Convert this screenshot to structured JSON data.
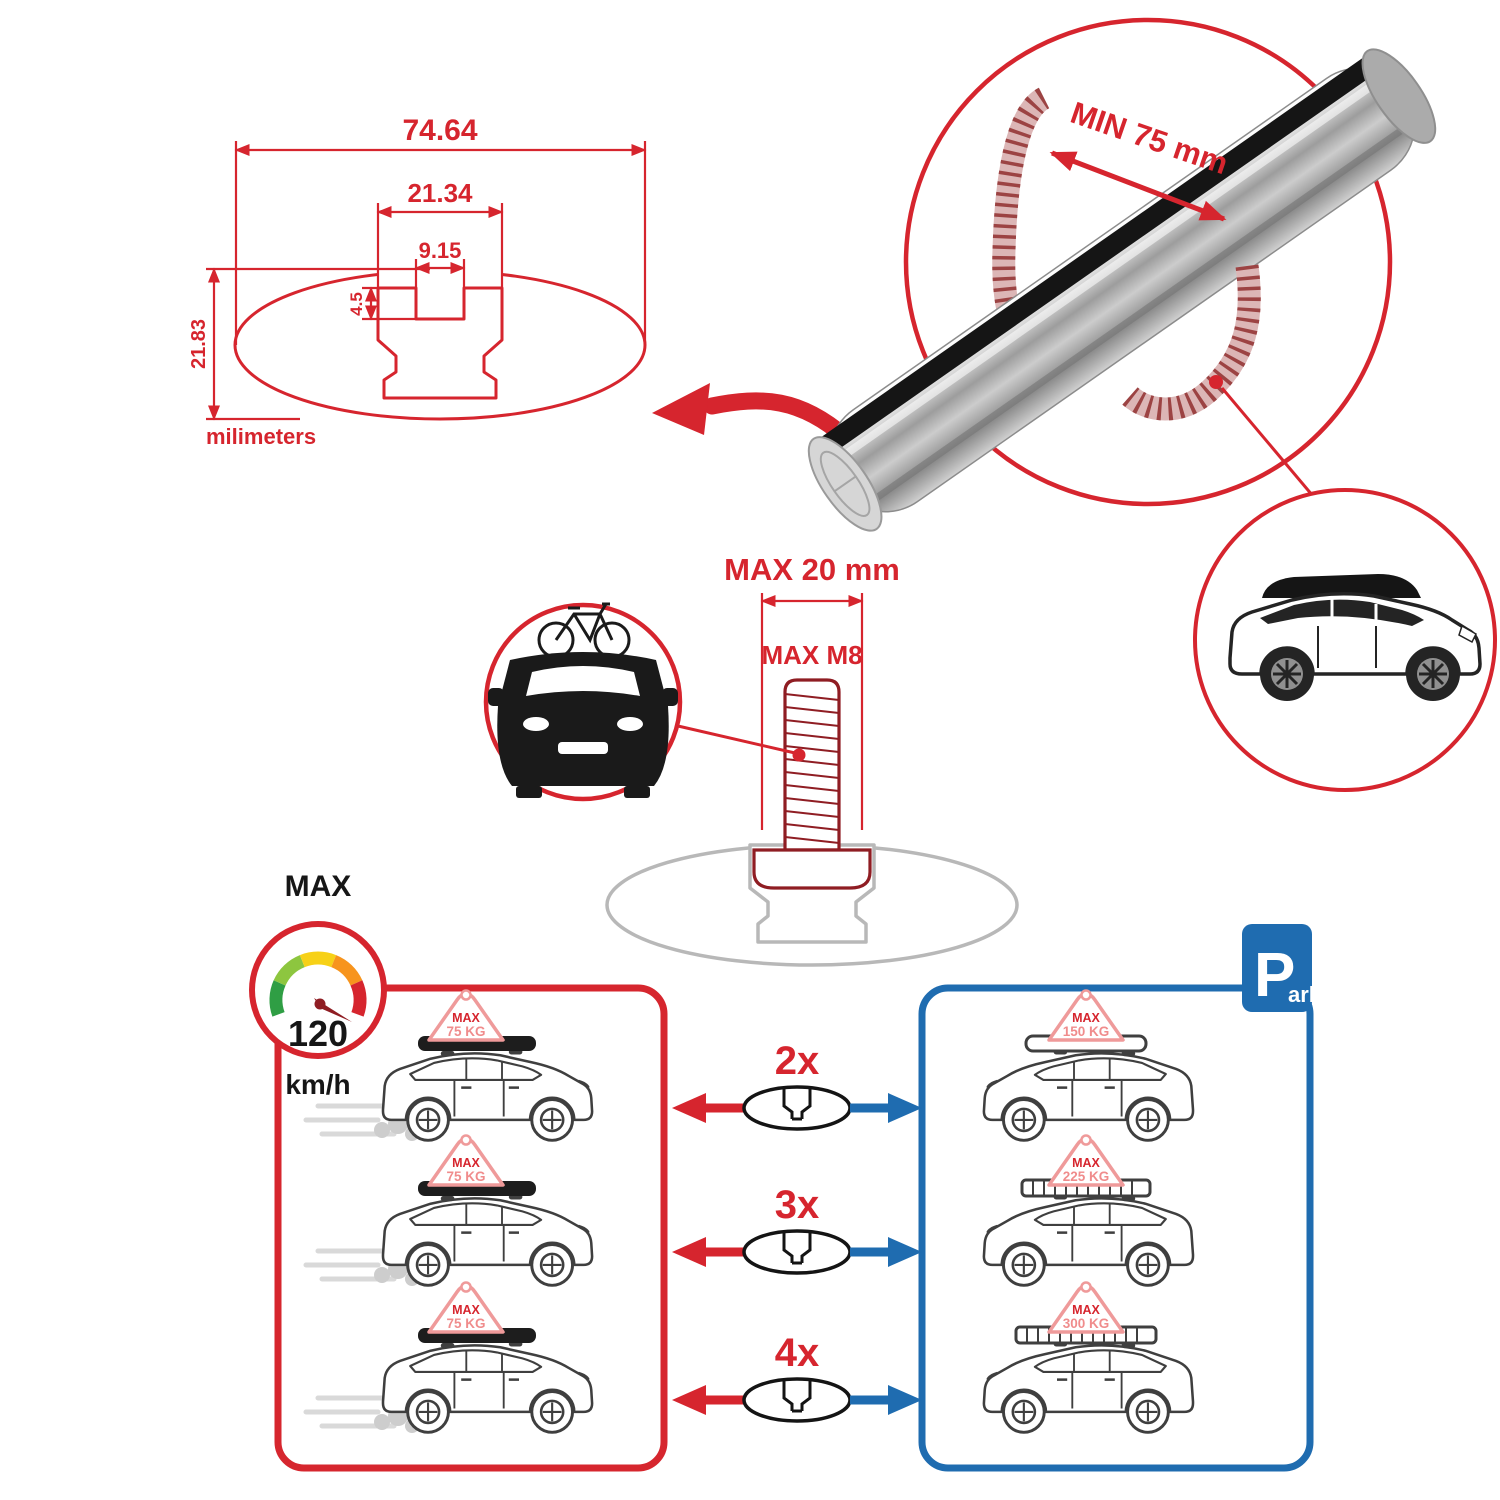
{
  "colors": {
    "accent_red": "#d6252e",
    "dark_red": "#8f1d23",
    "blue": "#1f6cb0",
    "profile_gray": "#b8b8b8",
    "line_black": "#1a1a1a"
  },
  "tech_drawing": {
    "dim_total_width": "74.64",
    "dim_slot_outer": "21.34",
    "dim_slot_inner": "9.15",
    "dim_lip_depth": "4.5",
    "dim_height": "21.83",
    "units_label": "milimeters"
  },
  "bar_zoom": {
    "min_span_label": "MIN 75 mm"
  },
  "bolt_diagram": {
    "max_bolt_label": "MAX 20 mm",
    "max_thread_label": "MAX M8"
  },
  "speed_badge": {
    "title": "MAX",
    "value": "120",
    "unit": "km/h"
  },
  "parking_sign": {
    "letter": "P",
    "suffix": "ark"
  },
  "driving_loads": [
    {
      "label": "MAX",
      "value": "75 KG"
    },
    {
      "label": "MAX",
      "value": "75 KG"
    },
    {
      "label": "MAX",
      "value": "75 KG"
    }
  ],
  "parked_loads": [
    {
      "label": "MAX",
      "value": "150 KG"
    },
    {
      "label": "MAX",
      "value": "225 KG"
    },
    {
      "label": "MAX",
      "value": "300 KG"
    }
  ],
  "multipliers": [
    {
      "label": "2x"
    },
    {
      "label": "3x"
    },
    {
      "label": "4x"
    }
  ]
}
